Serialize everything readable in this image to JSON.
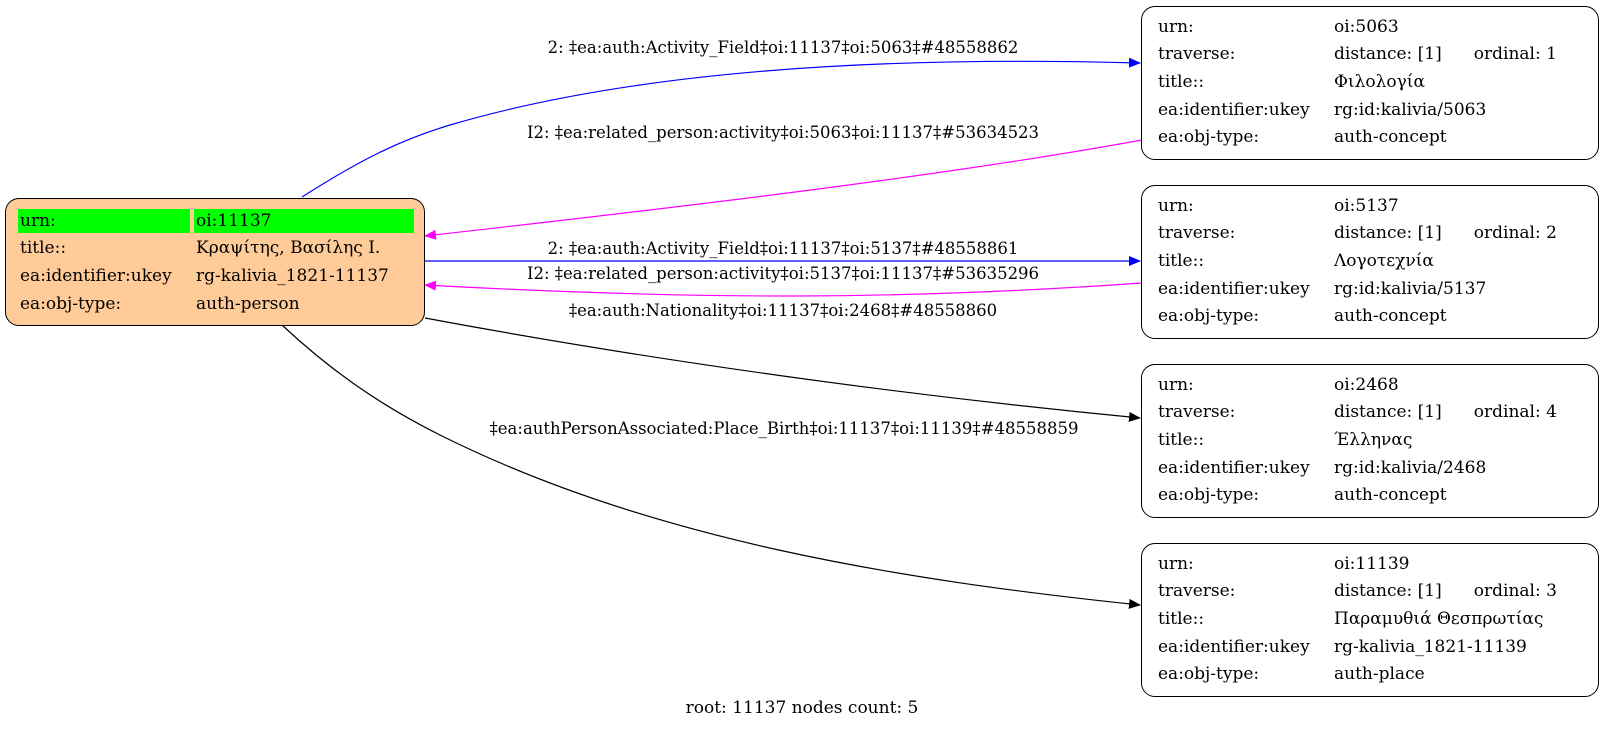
{
  "graph": {
    "footer": "root: 11137 nodes count: 5",
    "colors": {
      "root_fill": "#ffcc99",
      "root_highlight": "#00ff00",
      "edge_forward_activity": "#0000ff",
      "edge_inverse": "#ff00ff",
      "edge_default": "#000000"
    },
    "root": {
      "rows": [
        {
          "key": "urn:",
          "value": "oi:11137"
        },
        {
          "key": "title::",
          "value": "Κραψίτης, Βασίλης Ι."
        },
        {
          "key": "ea:identifier:ukey",
          "value": "rg-kalivia_1821-11137"
        },
        {
          "key": "ea:obj-type:",
          "value": "auth-person"
        }
      ]
    },
    "nodes": [
      {
        "urn_key": "urn:",
        "urn": "oi:5063",
        "traverse_key": "traverse:",
        "distance": "distance: [1]",
        "ordinal": "ordinal: 1",
        "title_key": "title::",
        "title": "Φιλολογία",
        "ukey_key": "ea:identifier:ukey",
        "ukey": "rg:id:kalivia/5063",
        "type_key": "ea:obj-type:",
        "type": "auth-concept"
      },
      {
        "urn_key": "urn:",
        "urn": "oi:5137",
        "traverse_key": "traverse:",
        "distance": "distance: [1]",
        "ordinal": "ordinal: 2",
        "title_key": "title::",
        "title": "Λογοτεχνία",
        "ukey_key": "ea:identifier:ukey",
        "ukey": "rg:id:kalivia/5137",
        "type_key": "ea:obj-type:",
        "type": "auth-concept"
      },
      {
        "urn_key": "urn:",
        "urn": "oi:2468",
        "traverse_key": "traverse:",
        "distance": "distance: [1]",
        "ordinal": "ordinal: 4",
        "title_key": "title::",
        "title": "Έλληνας",
        "ukey_key": "ea:identifier:ukey",
        "ukey": "rg:id:kalivia/2468",
        "type_key": "ea:obj-type:",
        "type": "auth-concept"
      },
      {
        "urn_key": "urn:",
        "urn": "oi:11139",
        "traverse_key": "traverse:",
        "distance": "distance: [1]",
        "ordinal": "ordinal: 3",
        "title_key": "title::",
        "title": "Παραμυθιά Θεσπρωτίας",
        "ukey_key": "ea:identifier:ukey",
        "ukey": "rg-kalivia_1821-11139",
        "type_key": "ea:obj-type:",
        "type": "auth-place"
      }
    ],
    "edges": [
      {
        "label": "2: ‡ea:auth:Activity_Field‡oi:11137‡oi:5063‡#48558862",
        "from": "oi:11137",
        "to": "oi:5063",
        "color": "#0000ff"
      },
      {
        "label": "I2: ‡ea:related_person:activity‡oi:5063‡oi:11137‡#53634523",
        "from": "oi:5063",
        "to": "oi:11137",
        "color": "#ff00ff"
      },
      {
        "label": "2: ‡ea:auth:Activity_Field‡oi:11137‡oi:5137‡#48558861",
        "from": "oi:11137",
        "to": "oi:5137",
        "color": "#0000ff"
      },
      {
        "label": "I2: ‡ea:related_person:activity‡oi:5137‡oi:11137‡#53635296",
        "from": "oi:5137",
        "to": "oi:11137",
        "color": "#ff00ff"
      },
      {
        "label": "‡ea:auth:Nationality‡oi:11137‡oi:2468‡#48558860",
        "from": "oi:11137",
        "to": "oi:2468",
        "color": "#000000"
      },
      {
        "label": "‡ea:authPersonAssociated:Place_Birth‡oi:11137‡oi:11139‡#48558859",
        "from": "oi:11137",
        "to": "oi:11139",
        "color": "#000000"
      }
    ]
  }
}
